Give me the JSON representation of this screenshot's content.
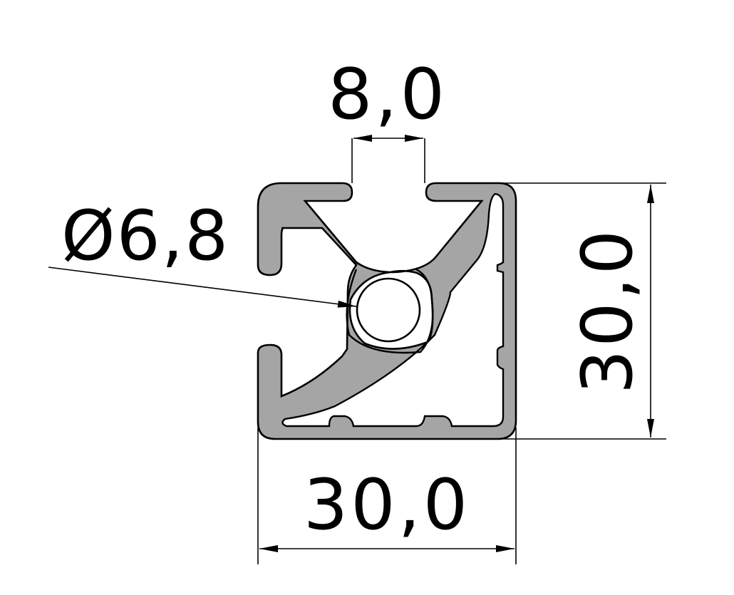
{
  "drawing": {
    "slot_width_label": "8,0",
    "diameter_label": "Ø6,8",
    "height_label": "30,0",
    "width_label": "30,0"
  },
  "colors": {
    "profile_fill": "#a5a5a5",
    "line": "#000000",
    "background": "#ffffff"
  }
}
